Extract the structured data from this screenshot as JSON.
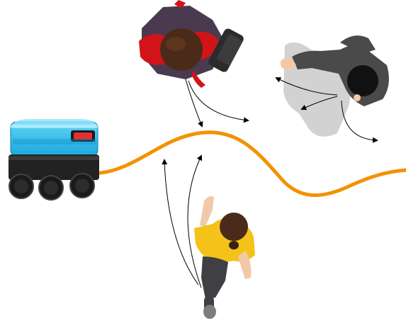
{
  "scene": {
    "elements": [
      "delivery-robot",
      "planned-robot-path",
      "pedestrian-red-top",
      "pedestrian-grey-top-right",
      "pedestrian-yellow-bottom",
      "possible-trajectory-arrows"
    ]
  },
  "colors": {
    "path": "#f39200",
    "robot_body": "#1fb6e8",
    "robot_base": "#1a1a1a",
    "shirt_red": "#d01418",
    "skirt_purple": "#4a3a50",
    "hair_brown": "#4a2b1a",
    "suit_grey": "#4a4a4a",
    "shirt_yellow": "#f5c21a",
    "pants_grey": "#3f3f44",
    "skin": "#f2c9a8",
    "arrow": "#000000"
  }
}
